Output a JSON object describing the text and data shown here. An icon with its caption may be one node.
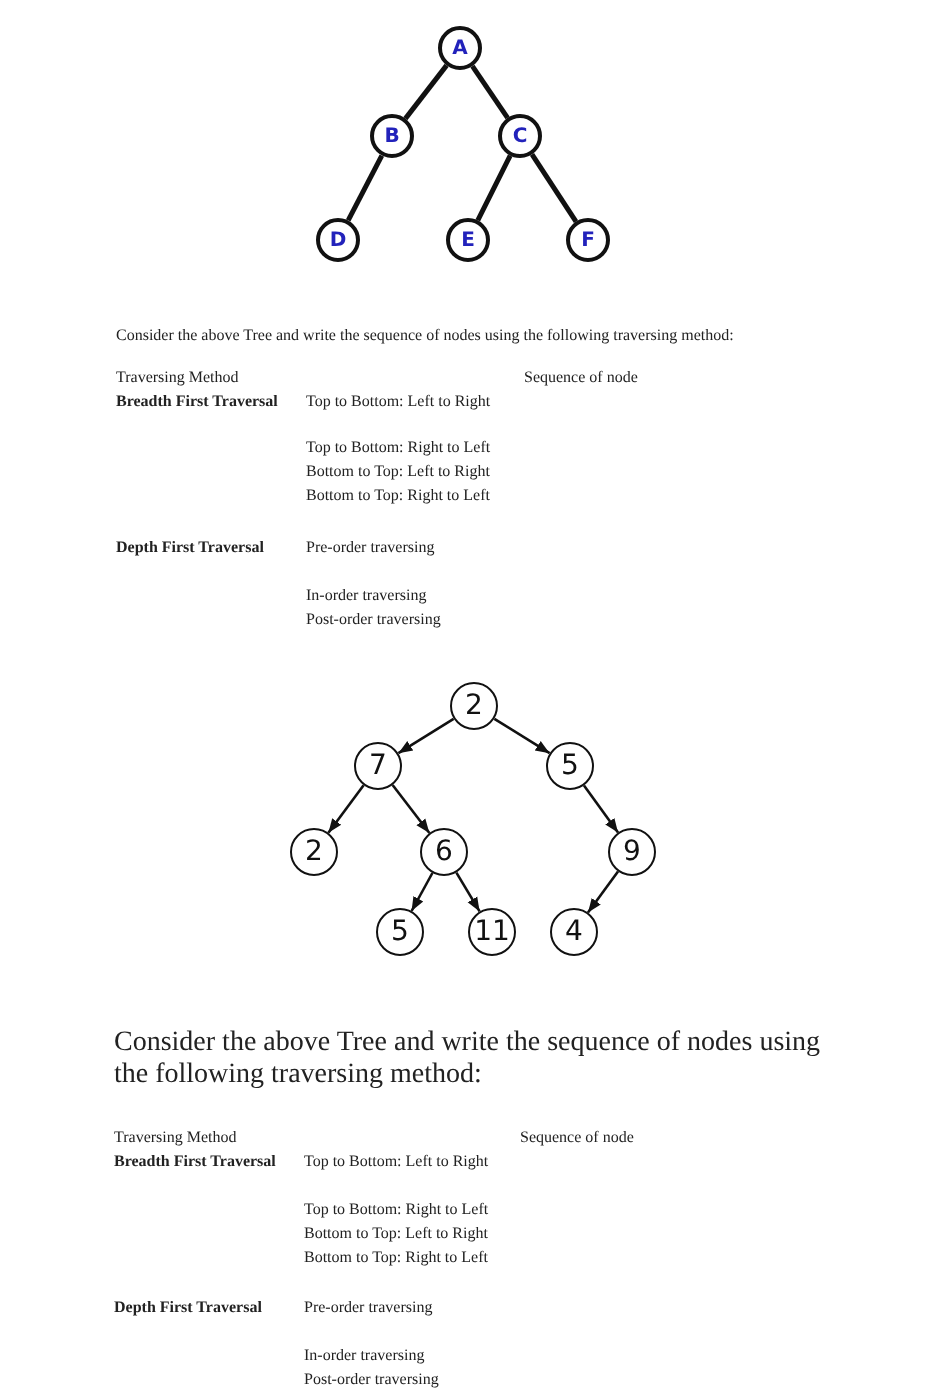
{
  "diagram": {
    "nodes": [
      {
        "text": [
          "A"
        ]
      },
      {
        "text": [
          "B"
        ]
      },
      {
        "text": [
          "C"
        ]
      },
      {
        "text": [
          "D"
        ]
      },
      {
        "text": [
          "E"
        ]
      },
      {
        "text": [
          "F"
        ]
      },
      {
        "text": [
          "2"
        ]
      },
      {
        "text": [
          "7"
        ]
      },
      {
        "text": [
          "5"
        ]
      },
      {
        "text": [
          "2"
        ]
      },
      {
        "text": [
          "6"
        ]
      },
      {
        "text": [
          "9"
        ]
      },
      {
        "text": [
          "5"
        ]
      },
      {
        "text": [
          "11"
        ]
      },
      {
        "text": [
          "4"
        ]
      }
    ],
    "edges": [
      {
        "from": 0,
        "to": 1,
        "arrow": "none"
      },
      {
        "from": 0,
        "to": 2,
        "arrow": "none"
      },
      {
        "from": 1,
        "to": 3,
        "arrow": "none"
      },
      {
        "from": 2,
        "to": 4,
        "arrow": "none"
      },
      {
        "from": 2,
        "to": 5,
        "arrow": "none"
      },
      {
        "from": 6,
        "to": 7,
        "arrow": "to"
      },
      {
        "from": 6,
        "to": 8,
        "arrow": "to"
      },
      {
        "from": 7,
        "to": 9,
        "arrow": "to"
      },
      {
        "from": 7,
        "to": 10,
        "arrow": "to"
      },
      {
        "from": 8,
        "to": 11,
        "arrow": "to"
      },
      {
        "from": 10,
        "to": 12,
        "arrow": "to"
      },
      {
        "from": 10,
        "to": 13,
        "arrow": "to"
      },
      {
        "from": 11,
        "to": 14,
        "arrow": "to"
      }
    ],
    "labels": [
      "Consider the above Tree and write the sequence of nodes using the following traversing method:",
      "Traversing Method",
      "Sequence of node",
      "Breadth First Traversal",
      "Top to Bottom: Left to Right",
      "Top to Bottom: Right to Left",
      "Bottom to Top: Left to Right",
      "Bottom to Top: Right to Left",
      "Depth First Traversal",
      "Pre-order traversing",
      "In-order traversing",
      "Post-order traversing",
      "Consider the above Tree and write the sequence of nodes using the following traversing method:",
      "Traversing Method",
      "Sequence of node",
      "Breadth First Traversal",
      "Top to Bottom: Left to Right",
      "Top to Bottom: Right to Left",
      "Bottom to Top: Left to Right",
      "Bottom to Top: Right to Left",
      "Depth First Traversal",
      "Pre-order traversing",
      "In-order traversing",
      "Post-order traversing"
    ]
  }
}
